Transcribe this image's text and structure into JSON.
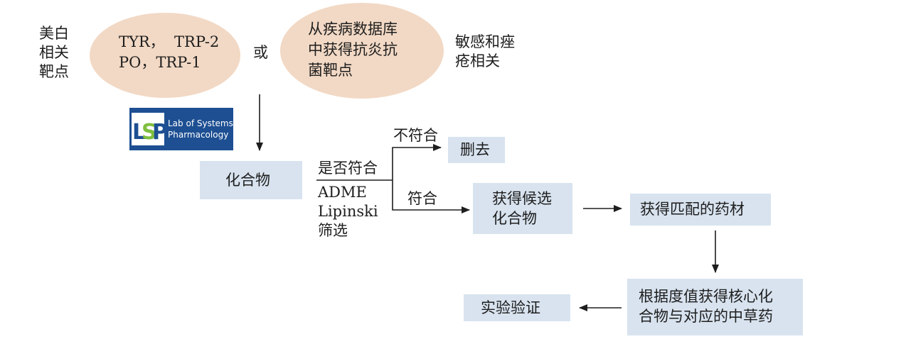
{
  "left_label": "美白\n相关\n靶点",
  "ellipse_targets": {
    "line1": "TYR，  TRP-2",
    "line2": "PO，TRP-1"
  },
  "or_text": "或",
  "ellipse_db": {
    "line1": "从疾病数据库",
    "line2": "中获得抗炎抗",
    "line3": "菌靶点"
  },
  "right_label": "敏感和痤\n疮相关",
  "logo": {
    "line1": "Lab of Systems",
    "line2": "Pharmacology"
  },
  "compounds_box": "化合物",
  "question_label": "是否符合",
  "screen_label": "ADME\nLipinski\n筛选",
  "no_label": "不符合",
  "delete_box": "删去",
  "yes_label": "符合",
  "candidate_box": "获得候选\n化合物",
  "herbs_box": "获得匹配的药材",
  "core_box": "根据度值获得核心化\n合物与对应的中草药",
  "verify_box": "实验验证",
  "colors": {
    "ellipse": "#f2d9c5",
    "box": "#d8e3ef",
    "logo_bg": "#1d4f92",
    "logo_accent": "#7fbf3f"
  }
}
